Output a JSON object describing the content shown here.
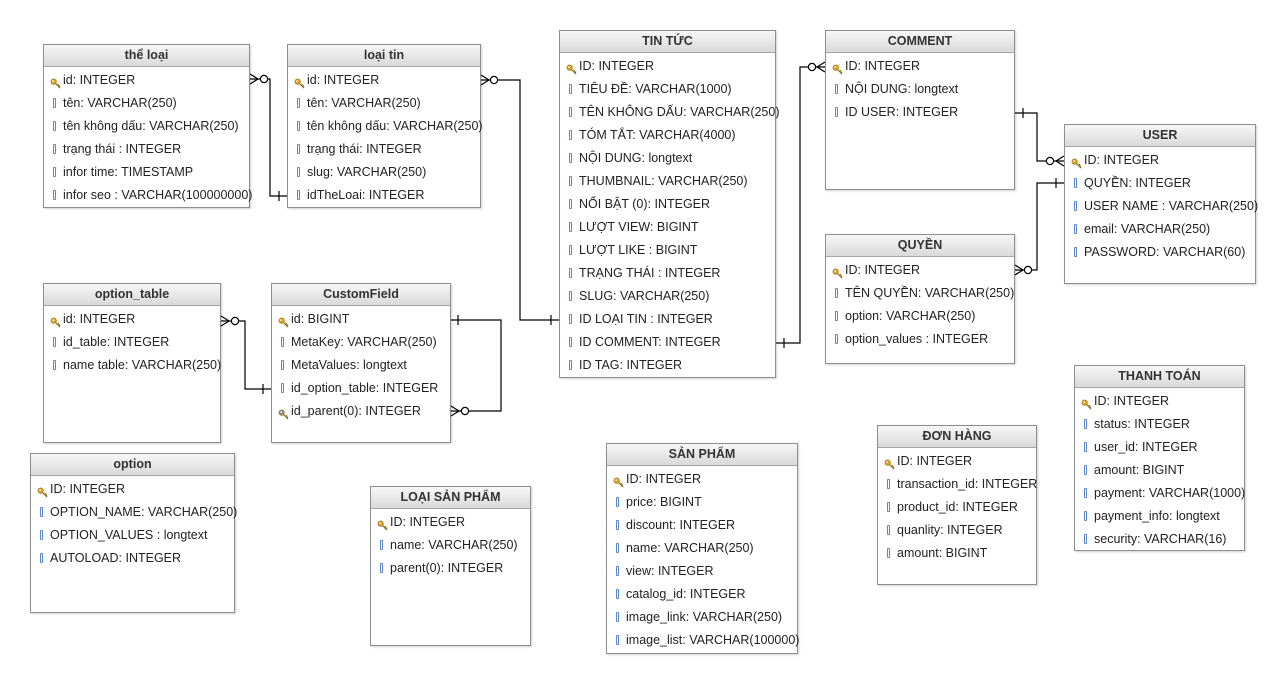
{
  "colors": {
    "key": "#e0a020",
    "fk": "#8a8a8a",
    "field": "#5b87c9",
    "line": "#000000",
    "header_bg": "#dcdcdc"
  },
  "entities": [
    {
      "id": "the-loai",
      "title": "thể loại",
      "fields": [
        {
          "label": "id: INTEGER",
          "icon": "key-icon"
        },
        {
          "label": "tên: VARCHAR(250)",
          "icon": "field-icon"
        },
        {
          "label": "tên không dấu: VARCHAR(250)",
          "icon": "field-icon"
        },
        {
          "label": "trạng thái : INTEGER",
          "icon": "field-icon"
        },
        {
          "label": "infor time: TIMESTAMP",
          "icon": "field-icon"
        },
        {
          "label": "infor seo : VARCHAR(100000000)",
          "icon": "field-icon"
        }
      ]
    },
    {
      "id": "loai-tin",
      "title": "loại tin",
      "fields": [
        {
          "label": "id: INTEGER",
          "icon": "key-icon"
        },
        {
          "label": "tên: VARCHAR(250)",
          "icon": "field-icon"
        },
        {
          "label": "tên không dấu: VARCHAR(250)",
          "icon": "field-icon"
        },
        {
          "label": "trạng thái: INTEGER",
          "icon": "field-icon"
        },
        {
          "label": "slug: VARCHAR(250)",
          "icon": "field-icon"
        },
        {
          "label": "idTheLoai: INTEGER",
          "icon": "field-icon"
        }
      ]
    },
    {
      "id": "tin-tuc",
      "title": "TIN TỨC",
      "fields": [
        {
          "label": "ID: INTEGER",
          "icon": "key-icon"
        },
        {
          "label": "TIÊU ĐỀ: VARCHAR(1000)",
          "icon": "field-icon"
        },
        {
          "label": "TÊN KHÔNG DẤU: VARCHAR(250)",
          "icon": "field-icon"
        },
        {
          "label": "TÓM TẮT: VARCHAR(4000)",
          "icon": "field-icon"
        },
        {
          "label": "NỘI DUNG: longtext",
          "icon": "field-icon"
        },
        {
          "label": "THUMBNAIL: VARCHAR(250)",
          "icon": "field-icon"
        },
        {
          "label": "NỔI BẬT (0): INTEGER",
          "icon": "field-icon"
        },
        {
          "label": "LƯỢT VIEW: BIGINT",
          "icon": "field-icon"
        },
        {
          "label": "LƯỢT LIKE : BIGINT",
          "icon": "field-icon"
        },
        {
          "label": "TRẠNG THÁI : INTEGER",
          "icon": "field-icon"
        },
        {
          "label": "SLUG: VARCHAR(250)",
          "icon": "field-icon"
        },
        {
          "label": "ID LOẠI TIN : INTEGER",
          "icon": "field-icon"
        },
        {
          "label": "ID COMMENT: INTEGER",
          "icon": "field-icon"
        },
        {
          "label": "ID TAG: INTEGER",
          "icon": "field-icon"
        }
      ]
    },
    {
      "id": "comment",
      "title": "COMMENT",
      "fields": [
        {
          "label": "ID: INTEGER",
          "icon": "key-icon"
        },
        {
          "label": "NỘI DUNG: longtext",
          "icon": "field-icon"
        },
        {
          "label": "ID USER: INTEGER",
          "icon": "field-icon"
        }
      ]
    },
    {
      "id": "user",
      "title": "USER",
      "fields": [
        {
          "label": "ID: INTEGER",
          "icon": "key-icon"
        },
        {
          "label": "QUYỀN: INTEGER",
          "icon": "field-icon"
        },
        {
          "label": "USER NAME : VARCHAR(250)",
          "icon": "field-icon"
        },
        {
          "label": "email: VARCHAR(250)",
          "icon": "field-icon"
        },
        {
          "label": "PASSWORD: VARCHAR(60)",
          "icon": "field-icon"
        }
      ]
    },
    {
      "id": "quyen",
      "title": "QUYỀN",
      "fields": [
        {
          "label": "ID: INTEGER",
          "icon": "key-icon"
        },
        {
          "label": "TÊN QUYỀN: VARCHAR(250)",
          "icon": "field-icon"
        },
        {
          "label": "option: VARCHAR(250)",
          "icon": "field-icon"
        },
        {
          "label": "option_values : INTEGER",
          "icon": "field-icon"
        }
      ]
    },
    {
      "id": "option-table",
      "title": "option_table",
      "fields": [
        {
          "label": "id: INTEGER",
          "icon": "key-icon"
        },
        {
          "label": "id_table: INTEGER",
          "icon": "field-icon"
        },
        {
          "label": "name table: VARCHAR(250)",
          "icon": "field-icon"
        }
      ]
    },
    {
      "id": "customfield",
      "title": "CustomField",
      "fields": [
        {
          "label": "id: BIGINT",
          "icon": "key-icon"
        },
        {
          "label": "MetaKey: VARCHAR(250)",
          "icon": "field-icon"
        },
        {
          "label": "MetaValues: longtext",
          "icon": "field-icon"
        },
        {
          "label": "id_option_table: INTEGER",
          "icon": "field-icon"
        },
        {
          "label": "id_parent(0): INTEGER",
          "icon": "fk-key-icon"
        }
      ]
    },
    {
      "id": "option",
      "title": "option",
      "fields": [
        {
          "label": "ID: INTEGER",
          "icon": "key-icon"
        },
        {
          "label": "OPTION_NAME: VARCHAR(250)",
          "icon": "field-icon"
        },
        {
          "label": "OPTION_VALUES : longtext",
          "icon": "field-icon"
        },
        {
          "label": "AUTOLOAD: INTEGER",
          "icon": "field-icon"
        }
      ]
    },
    {
      "id": "loai-san-pham",
      "title": "LOẠI SẢN PHẨM",
      "fields": [
        {
          "label": "ID: INTEGER",
          "icon": "key-icon"
        },
        {
          "label": "name: VARCHAR(250)",
          "icon": "field-icon"
        },
        {
          "label": "parent(0): INTEGER",
          "icon": "field-icon"
        }
      ]
    },
    {
      "id": "san-pham",
      "title": "SẢN PHẨM",
      "fields": [
        {
          "label": "ID: INTEGER",
          "icon": "key-icon"
        },
        {
          "label": "price: BIGINT",
          "icon": "field-icon"
        },
        {
          "label": "discount: INTEGER",
          "icon": "field-icon"
        },
        {
          "label": "name: VARCHAR(250)",
          "icon": "field-icon"
        },
        {
          "label": "view: INTEGER",
          "icon": "field-icon"
        },
        {
          "label": "catalog_id: INTEGER",
          "icon": "field-icon"
        },
        {
          "label": "image_link: VARCHAR(250)",
          "icon": "field-icon"
        },
        {
          "label": "image_list: VARCHAR(100000)",
          "icon": "field-icon"
        }
      ]
    },
    {
      "id": "don-hang",
      "title": "ĐƠN HÀNG",
      "fields": [
        {
          "label": "ID: INTEGER",
          "icon": "key-icon"
        },
        {
          "label": "transaction_id: INTEGER",
          "icon": "field-icon"
        },
        {
          "label": "product_id: INTEGER",
          "icon": "field-icon"
        },
        {
          "label": "quanlity: INTEGER",
          "icon": "field-icon"
        },
        {
          "label": "amount: BIGINT",
          "icon": "field-icon"
        }
      ]
    },
    {
      "id": "thanh-toan",
      "title": "THANH TOÁN",
      "fields": [
        {
          "label": "ID: INTEGER",
          "icon": "key-icon"
        },
        {
          "label": "status: INTEGER",
          "icon": "field-icon"
        },
        {
          "label": "user_id: INTEGER",
          "icon": "field-icon"
        },
        {
          "label": "amount: BIGINT",
          "icon": "field-icon"
        },
        {
          "label": "payment: VARCHAR(1000)",
          "icon": "field-icon"
        },
        {
          "label": "payment_info: longtext",
          "icon": "field-icon"
        },
        {
          "label": "security: VARCHAR(16)",
          "icon": "field-icon"
        }
      ]
    }
  ],
  "relationships": [
    {
      "from": "the-loai",
      "to": "loai-tin",
      "from_end": "many",
      "to_end": "one"
    },
    {
      "from": "loai-tin",
      "to": "tin-tuc",
      "from_end": "many",
      "to_end": "one"
    },
    {
      "from": "tin-tuc",
      "to": "comment",
      "from_end": "one",
      "to_end": "many"
    },
    {
      "from": "comment",
      "to": "user",
      "from_end": "one",
      "to_end": "many"
    },
    {
      "from": "quyen",
      "to": "user",
      "from_end": "many",
      "to_end": "one"
    },
    {
      "from": "option-table",
      "to": "customfield",
      "from_end": "many",
      "to_end": "one"
    },
    {
      "from": "customfield",
      "to": "customfield",
      "from_end": "one",
      "to_end": "many"
    }
  ]
}
